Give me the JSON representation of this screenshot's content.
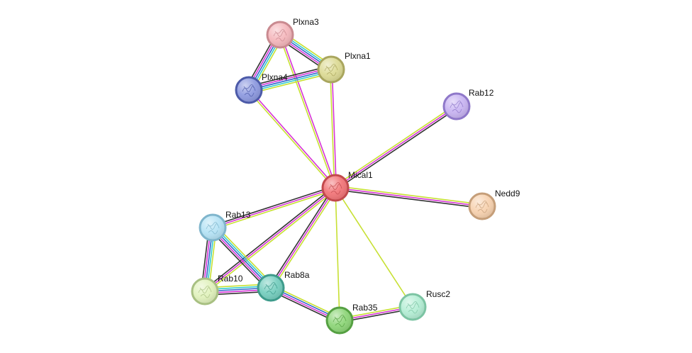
{
  "network": {
    "nodes": [
      {
        "id": "Mical1",
        "label": "Mical1",
        "color": "#f2777a",
        "border": "#c24a4d"
      },
      {
        "id": "Plxna3",
        "label": "Plxna3",
        "color": "#f5b8bd",
        "border": "#c98a90"
      },
      {
        "id": "Plxna1",
        "label": "Plxna1",
        "color": "#dddb96",
        "border": "#a9a65e"
      },
      {
        "id": "Plxna4",
        "label": "Plxna4",
        "color": "#8f9be0",
        "border": "#4c5aa8"
      },
      {
        "id": "Rab12",
        "label": "Rab12",
        "color": "#c9b5f2",
        "border": "#8f78c9"
      },
      {
        "id": "Nedd9",
        "label": "Nedd9",
        "color": "#f7d2b0",
        "border": "#c59e79"
      },
      {
        "id": "Rab13",
        "label": "Rab13",
        "color": "#b6e3f5",
        "border": "#7fb5cc"
      },
      {
        "id": "Rab10",
        "label": "Rab10",
        "color": "#e1f2bd",
        "border": "#a8c082"
      },
      {
        "id": "Rab8a",
        "label": "Rab8a",
        "color": "#78cfc0",
        "border": "#3e9b8b"
      },
      {
        "id": "Rab35",
        "label": "Rab35",
        "color": "#8fd67a",
        "border": "#55a042"
      },
      {
        "id": "Rusc2",
        "label": "Rusc2",
        "color": "#b5eed5",
        "border": "#7cc4a3"
      }
    ],
    "edges": [
      {
        "source": "Mical1",
        "target": "Plxna3",
        "colors": [
          "#c7e033",
          "#d633d6"
        ]
      },
      {
        "source": "Mical1",
        "target": "Plxna1",
        "colors": [
          "#c7e033",
          "#d633d6"
        ]
      },
      {
        "source": "Mical1",
        "target": "Plxna4",
        "colors": [
          "#c7e033",
          "#d633d6"
        ]
      },
      {
        "source": "Mical1",
        "target": "Rab12",
        "colors": [
          "#c7e033",
          "#d633d6",
          "#333333"
        ]
      },
      {
        "source": "Mical1",
        "target": "Nedd9",
        "colors": [
          "#c7e033",
          "#d633d6",
          "#333333"
        ]
      },
      {
        "source": "Mical1",
        "target": "Rab13",
        "colors": [
          "#c7e033",
          "#d633d6",
          "#333333"
        ]
      },
      {
        "source": "Mical1",
        "target": "Rab10",
        "colors": [
          "#c7e033",
          "#d633d6",
          "#333333"
        ]
      },
      {
        "source": "Mical1",
        "target": "Rab8a",
        "colors": [
          "#c7e033",
          "#d633d6",
          "#333333"
        ]
      },
      {
        "source": "Mical1",
        "target": "Rab35",
        "colors": [
          "#c7e033"
        ]
      },
      {
        "source": "Mical1",
        "target": "Rusc2",
        "colors": [
          "#c7e033"
        ]
      },
      {
        "source": "Plxna3",
        "target": "Plxna1",
        "colors": [
          "#c7e033",
          "#33cccc",
          "#3366cc",
          "#d633d6",
          "#333333"
        ]
      },
      {
        "source": "Plxna3",
        "target": "Plxna4",
        "colors": [
          "#c7e033",
          "#33cccc",
          "#3366cc",
          "#d633d6",
          "#333333"
        ]
      },
      {
        "source": "Plxna1",
        "target": "Plxna4",
        "colors": [
          "#c7e033",
          "#33cccc",
          "#3366cc",
          "#d633d6",
          "#333333"
        ]
      },
      {
        "source": "Rab13",
        "target": "Rab10",
        "colors": [
          "#c7e033",
          "#33cccc",
          "#3366cc",
          "#d633d6",
          "#333333"
        ]
      },
      {
        "source": "Rab13",
        "target": "Rab8a",
        "colors": [
          "#c7e033",
          "#33cccc",
          "#3366cc",
          "#d633d6",
          "#333333"
        ]
      },
      {
        "source": "Rab10",
        "target": "Rab8a",
        "colors": [
          "#c7e033",
          "#33cccc",
          "#3366cc",
          "#d633d6",
          "#333333"
        ]
      },
      {
        "source": "Rab8a",
        "target": "Rab35",
        "colors": [
          "#c7e033",
          "#3366cc",
          "#d633d6",
          "#333333"
        ]
      },
      {
        "source": "Rab35",
        "target": "Rusc2",
        "colors": [
          "#c7e033",
          "#d633d6",
          "#333333"
        ]
      }
    ]
  }
}
